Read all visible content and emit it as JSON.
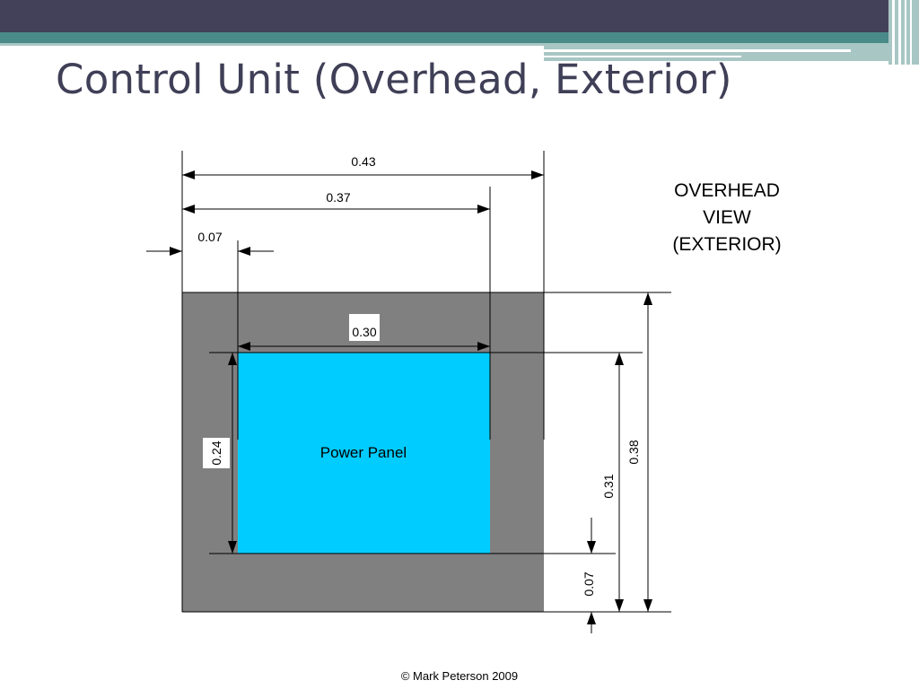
{
  "slide": {
    "title": "Control Unit (Overhead, Exterior)",
    "footer": "© Mark Peterson 2009"
  },
  "colors": {
    "header_dark": "#424159",
    "header_teal": "#4a8a89",
    "header_light": "#a8c6c4",
    "title_text": "#3f3f57",
    "housing_gray": "#808080",
    "panel_cyan": "#00ccff"
  },
  "diagram": {
    "view_label": [
      "OVERHEAD",
      "VIEW",
      "(EXTERIOR)"
    ],
    "panel_label": "Power Panel",
    "dimensions": {
      "overall_width": "0.43",
      "right_offset_width": "0.37",
      "left_margin": "0.07",
      "panel_width": "0.30",
      "panel_height": "0.24",
      "overall_height": "0.38",
      "upper_height": "0.31",
      "bottom_margin": "0.07"
    }
  }
}
